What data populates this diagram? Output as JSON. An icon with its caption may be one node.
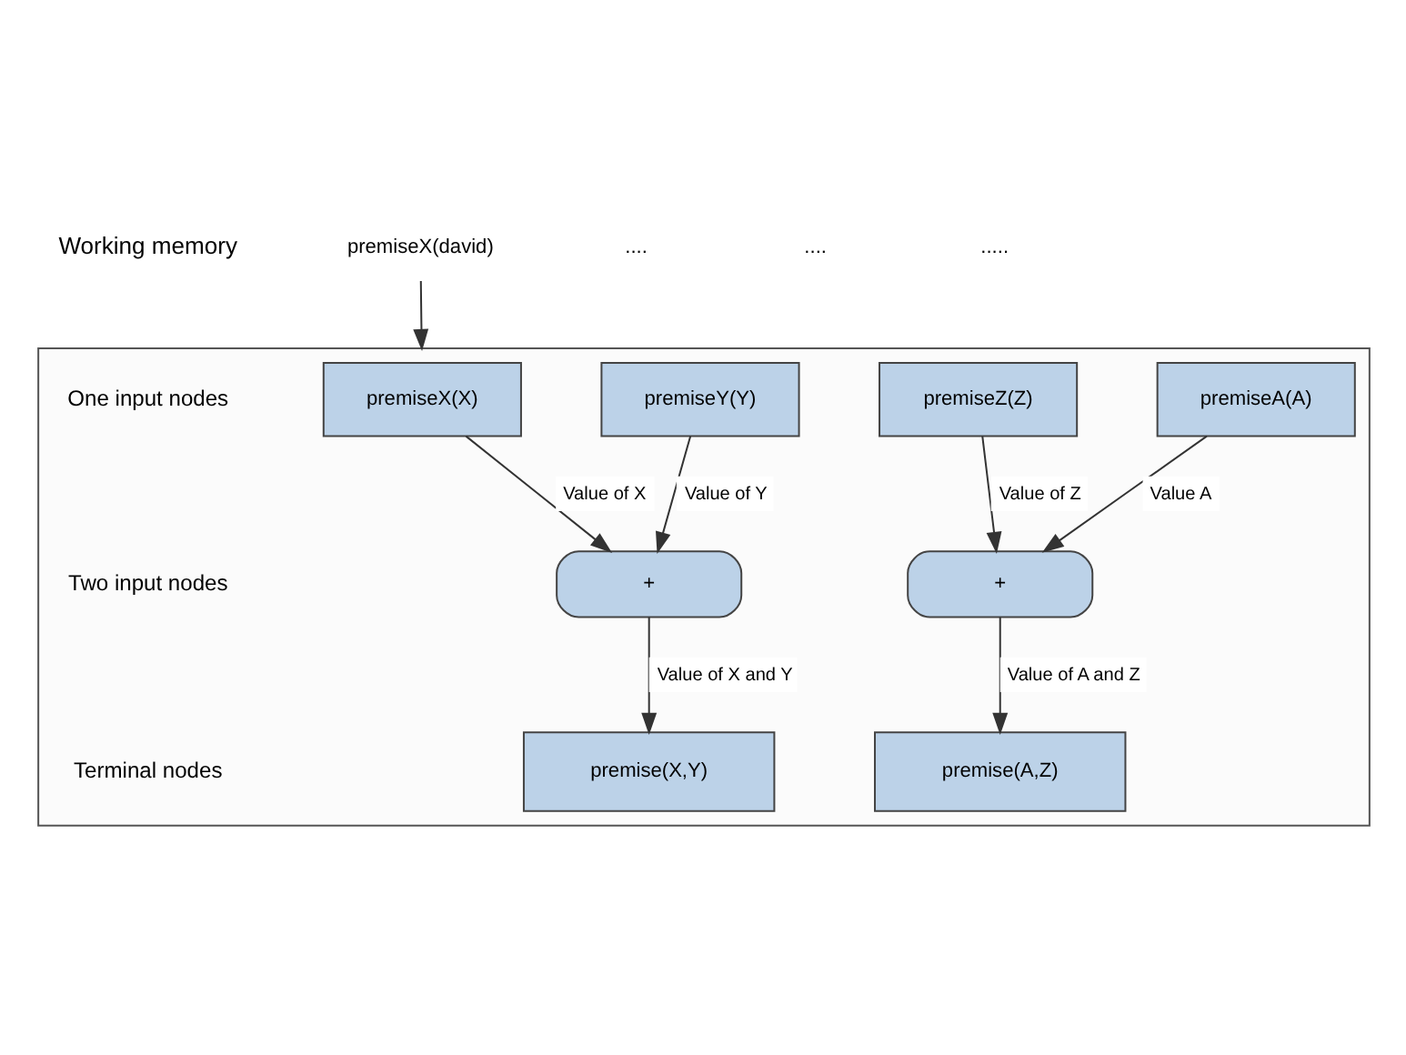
{
  "diagram": {
    "nodes": [
      {
        "text": [
          "premiseX(david)"
        ]
      },
      {
        "text": [],
        "shape": "box"
      },
      {
        "text": [
          "premiseX(X)"
        ],
        "in": 1
      },
      {
        "text": [
          "premiseY(Y)"
        ],
        "in": 1
      },
      {
        "text": [
          "premiseZ(Z)"
        ],
        "in": 1
      },
      {
        "text": [
          "premiseA(A)"
        ],
        "in": 1
      },
      {
        "text": [
          "+"
        ],
        "in": 1
      },
      {
        "text": [
          "+"
        ],
        "in": 1
      },
      {
        "text": [
          "premise(X,Y)"
        ],
        "in": 1
      },
      {
        "text": [
          "premise(A,Z)"
        ],
        "in": 1
      }
    ],
    "edges": [
      {
        "from": 0,
        "to": 1,
        "arrow": "to"
      },
      {
        "from": 2,
        "to": 6,
        "arrow": "to",
        "label": "Value of X"
      },
      {
        "from": 3,
        "to": 6,
        "arrow": "to",
        "label": "Value of Y"
      },
      {
        "from": 4,
        "to": 7,
        "arrow": "to",
        "label": "Value of Z"
      },
      {
        "from": 5,
        "to": 7,
        "arrow": "to",
        "label": "Value A"
      },
      {
        "from": 6,
        "to": 8,
        "arrow": "to",
        "label": "Value of X and Y"
      },
      {
        "from": 7,
        "to": 9,
        "arrow": "to",
        "label": "Value of A and Z"
      }
    ],
    "labels": [
      "Working memory",
      "....",
      "....",
      ".....",
      "One input nodes",
      "Two input nodes",
      "Terminal nodes"
    ]
  }
}
